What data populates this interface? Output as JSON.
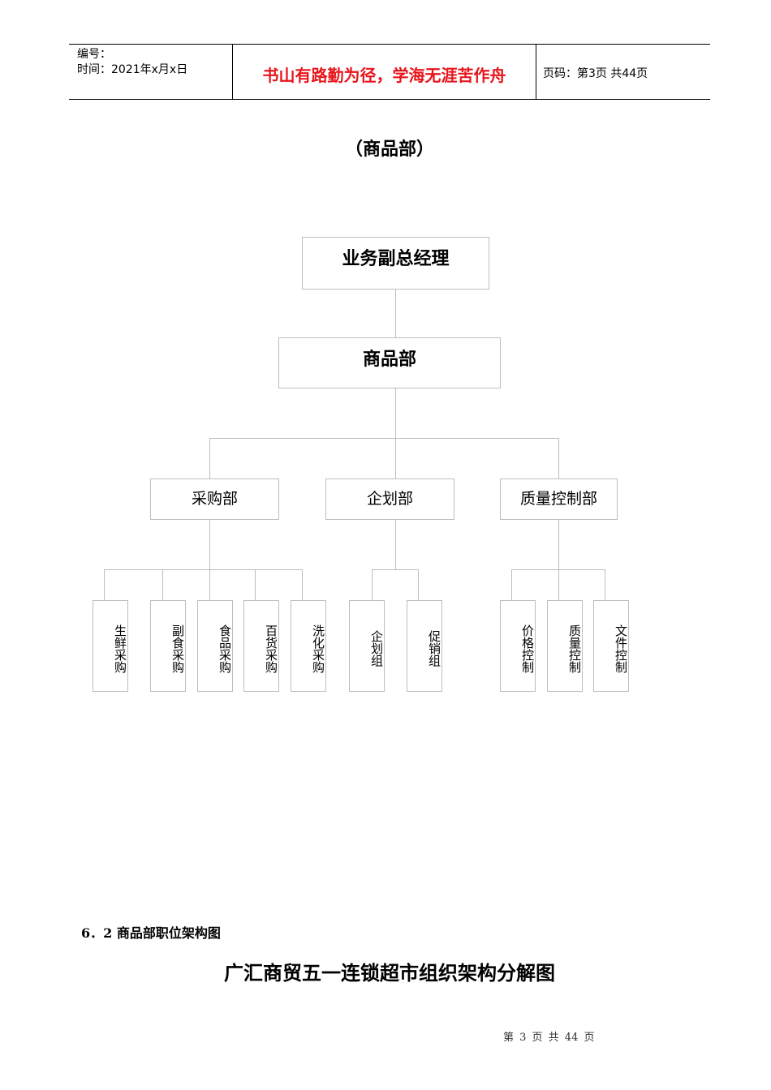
{
  "header": {
    "serial_label": "编号：",
    "time_label": "时间：2021年x月x日",
    "motto": "书山有路勤为径，学海无涯苦作舟",
    "page_info": "页码：第3页 共44页"
  },
  "subtitle": "（商品部）",
  "org_chart": {
    "root": "业务副总经理",
    "level1": "商品部",
    "departments": [
      {
        "name": "采购部",
        "children": [
          "生鲜采购",
          "副食采购",
          "食品采购",
          "百货采购",
          "洗化采购"
        ]
      },
      {
        "name": "企划部",
        "children": [
          "企划组",
          "促销组"
        ]
      },
      {
        "name": "质量控制部",
        "children": [
          "价格控制",
          "质量控制",
          "文件控制"
        ]
      }
    ]
  },
  "section_heading": "6．2 商品部职位架构图",
  "title": "广汇商贸五一连锁超市组织架构分解图",
  "footer": "第 3 页 共 44 页"
}
